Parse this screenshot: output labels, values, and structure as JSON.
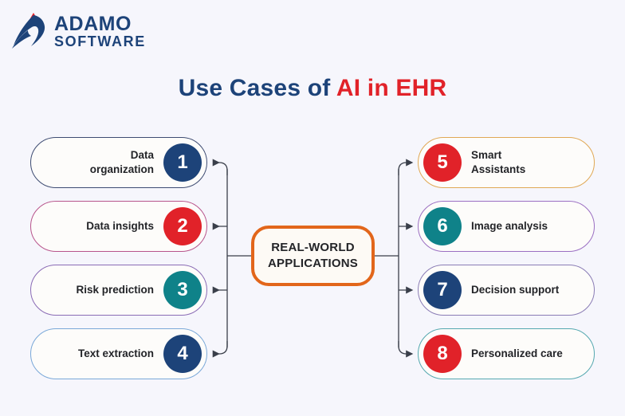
{
  "brand": {
    "name_line1": "ADAMO",
    "name_line2": "SOFTWARE",
    "logo_icon": "adamo-swoosh-logo",
    "navy": "#1d4379",
    "red": "#e12229"
  },
  "title": {
    "main": "Use Cases of ",
    "accent": "AI in EHR"
  },
  "center": {
    "label": "REAL-WORLD\nAPPLICATIONS",
    "border_color": "#e2661b",
    "fill_color": "#fdfaf5"
  },
  "colors": {
    "background": "#f6f6fc",
    "box_fill": "#fdfcfa",
    "connector": "#3a3f4a",
    "text": "#232428",
    "navy": "#1d4379",
    "red": "#e12229",
    "teal": "#0f8289"
  },
  "items_left": [
    {
      "number": "1",
      "label": "Data\norganization",
      "circle_color": "#1d4379",
      "border_color": "#3e4c72"
    },
    {
      "number": "2",
      "label": "Data insights",
      "circle_color": "#e12229",
      "border_color": "#b8558c"
    },
    {
      "number": "3",
      "label": "Risk prediction",
      "circle_color": "#0f8289",
      "border_color": "#8a6bb5"
    },
    {
      "number": "4",
      "label": "Text extraction",
      "circle_color": "#1d4379",
      "border_color": "#7aa8d8"
    }
  ],
  "items_right": [
    {
      "number": "5",
      "label": "Smart\nAssistants",
      "circle_color": "#e12229",
      "border_color": "#e0a855"
    },
    {
      "number": "6",
      "label": "Image analysis",
      "circle_color": "#0f8289",
      "border_color": "#9b6fc2"
    },
    {
      "number": "7",
      "label": "Decision support",
      "circle_color": "#1d4379",
      "border_color": "#8a7cb5"
    },
    {
      "number": "8",
      "label": "Personalized care",
      "circle_color": "#e12229",
      "border_color": "#55a8b0"
    }
  ]
}
